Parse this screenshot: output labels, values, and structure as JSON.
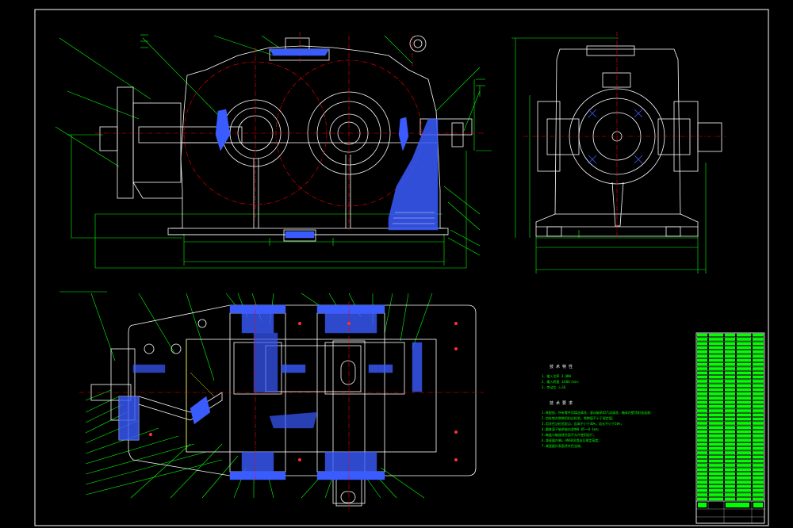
{
  "colors": {
    "background": "#000000",
    "outline": "#ffffff",
    "dimension": "#00ff00",
    "centerline": "#ff0000",
    "hatch": "#3a5cff",
    "hidden": "#ffff00",
    "table_fill": "#00ff00"
  },
  "tech_chars": {
    "title": "技 术 特 性",
    "lines": [
      "1、输入功率 3.4KW",
      "2、输入转速 1440r/min",
      "3、传动比 i=16"
    ]
  },
  "tech_reqs": {
    "title": "技 术 要 求",
    "lines": [
      "1.装配前，所有零件用煤油清洗，滚动轴承用汽油清洗，箱体内壁涂耐油油漆；",
      "2.齿轮啮合侧隙用铅丝检验，侧隙值不小于规定值；",
      "3.用涂色法检验斑点，齿高不小于40%，齿长不小于50%；",
      "4.圆锥滚子轴承轴向游隙0.05～0.1mm；",
      "5.箱盖与箱座接合面不允许使用垫片；",
      "6.减速器内装L-AN68润滑油至规定高度；",
      "7.减速器外表面涂灰色油漆。"
    ]
  },
  "title_block": {
    "rows": 40
  }
}
